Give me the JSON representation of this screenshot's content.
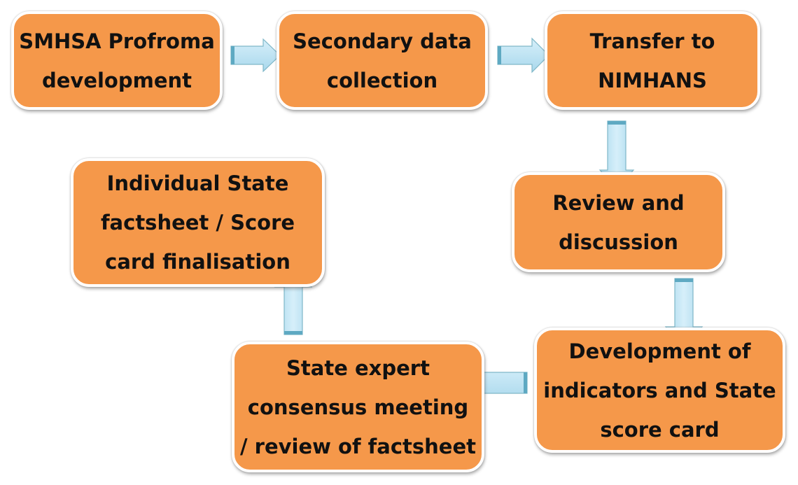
{
  "diagram": {
    "type": "flowchart",
    "colors": {
      "box_fill": "#f5984a",
      "box_border": "#ffffff",
      "text": "#111111",
      "arrow_fill": "#bfe4f4",
      "arrow_edge": "#5ea9c2"
    },
    "steps": [
      {
        "id": "b1",
        "lines": [
          "SMHSA Profroma",
          "development"
        ]
      },
      {
        "id": "b2",
        "lines": [
          "Secondary data",
          "collection"
        ]
      },
      {
        "id": "b3",
        "lines": [
          "Transfer to",
          "NIMHANS"
        ]
      },
      {
        "id": "b4",
        "lines": [
          "Review and",
          "discussion"
        ]
      },
      {
        "id": "b5",
        "lines": [
          "Development of",
          "indicators and State",
          "score card"
        ]
      },
      {
        "id": "b6",
        "lines": [
          "State expert",
          "consensus meeting",
          "/ review of factsheet"
        ]
      },
      {
        "id": "b7",
        "lines": [
          "Individual State",
          "factsheet / Score",
          "card finalisation"
        ]
      }
    ],
    "flow": [
      {
        "from": "b1",
        "to": "b2",
        "direction": "right"
      },
      {
        "from": "b2",
        "to": "b3",
        "direction": "right"
      },
      {
        "from": "b3",
        "to": "b4",
        "direction": "down"
      },
      {
        "from": "b4",
        "to": "b5",
        "direction": "down"
      },
      {
        "from": "b5",
        "to": "b6",
        "direction": "left"
      },
      {
        "from": "b6",
        "to": "b7",
        "direction": "up"
      }
    ]
  }
}
